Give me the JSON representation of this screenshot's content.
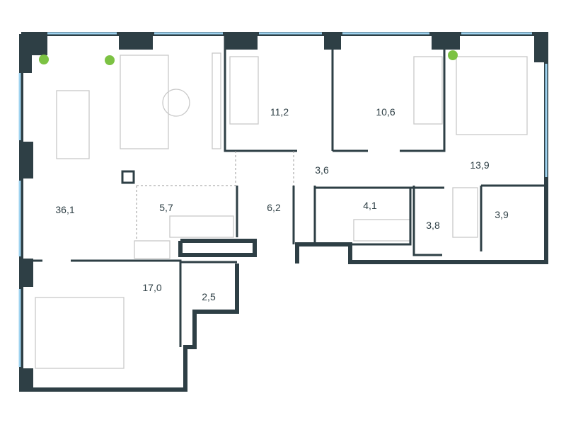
{
  "colors": {
    "wall": "#2e3f45",
    "window": "#9fd3f0",
    "furniture": "#c8c8c8",
    "plant": "#7cc243"
  },
  "rooms": [
    {
      "id": "living",
      "area": "36,1"
    },
    {
      "id": "kitchen",
      "area": "5,7"
    },
    {
      "id": "hall",
      "area": "6,2"
    },
    {
      "id": "bedroom-1",
      "area": "11,2"
    },
    {
      "id": "bedroom-2",
      "area": "10,6"
    },
    {
      "id": "corridor",
      "area": "3,6"
    },
    {
      "id": "bathroom",
      "area": "4,1"
    },
    {
      "id": "master-bedroom",
      "area": "13,9"
    },
    {
      "id": "wc",
      "area": "3,8"
    },
    {
      "id": "shower-room",
      "area": "3,9"
    },
    {
      "id": "bedroom-3",
      "area": "17,0"
    },
    {
      "id": "wardrobe",
      "area": "2,5"
    }
  ]
}
